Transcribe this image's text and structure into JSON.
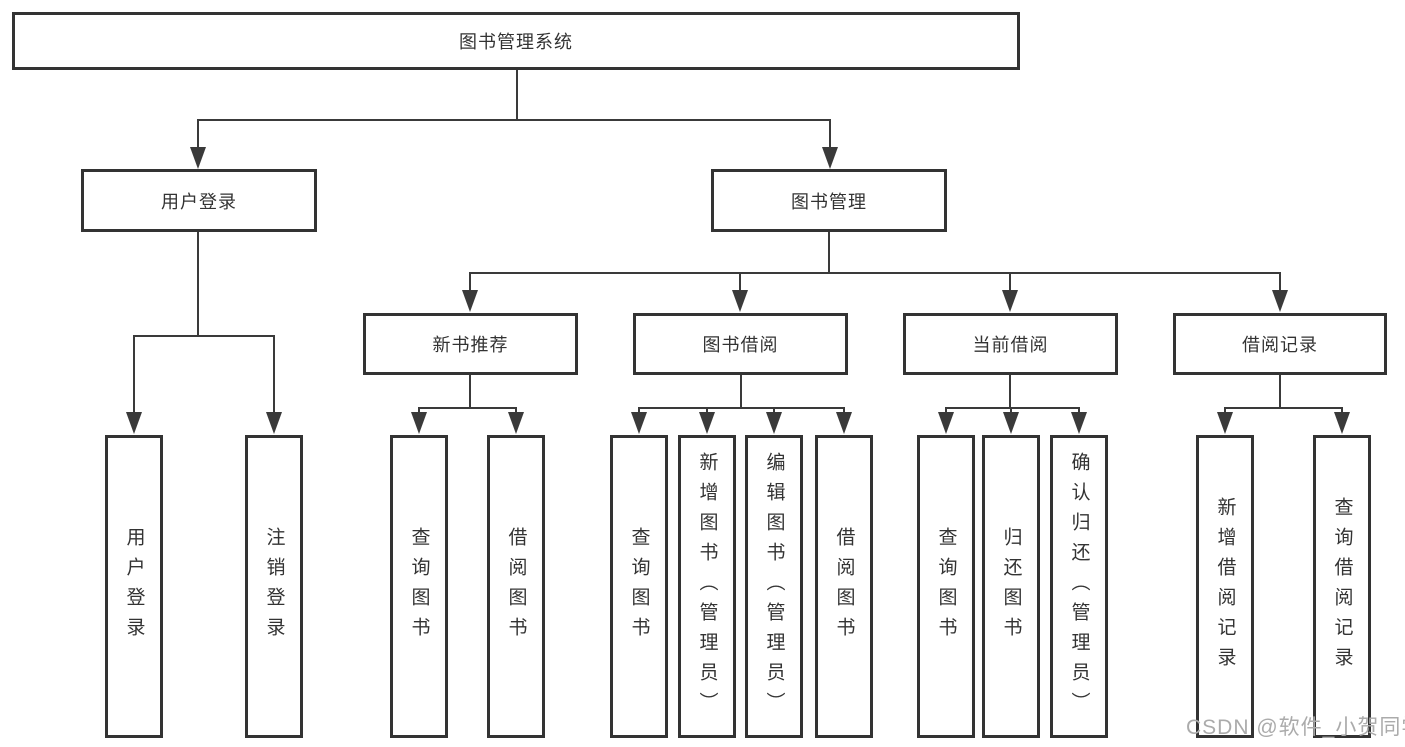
{
  "tree": {
    "label": "图书管理系统",
    "children": [
      {
        "label": "用户登录",
        "children": [
          {
            "label": "用户登录"
          },
          {
            "label": "注销登录"
          }
        ]
      },
      {
        "label": "图书管理",
        "children": [
          {
            "label": "新书推荐",
            "children": [
              {
                "label": "查询图书"
              },
              {
                "label": "借阅图书"
              }
            ]
          },
          {
            "label": "图书借阅",
            "children": [
              {
                "label": "查询图书"
              },
              {
                "label": "新增图书（管理员）"
              },
              {
                "label": "编辑图书（管理员）"
              },
              {
                "label": "借阅图书"
              }
            ]
          },
          {
            "label": "当前借阅",
            "children": [
              {
                "label": "查询图书"
              },
              {
                "label": "归还图书"
              },
              {
                "label": "确认归还（管理员）"
              }
            ]
          },
          {
            "label": "借阅记录",
            "children": [
              {
                "label": "新增借阅记录"
              },
              {
                "label": "查询借阅记录"
              }
            ]
          }
        ]
      }
    ]
  },
  "watermark": {
    "text": "CSDN @软件_小贺同学"
  },
  "colors": {
    "line": "#3a3a3a",
    "box_border": "#333333",
    "text": "#333333",
    "watermark": "#ababab",
    "background": "#ffffff"
  }
}
